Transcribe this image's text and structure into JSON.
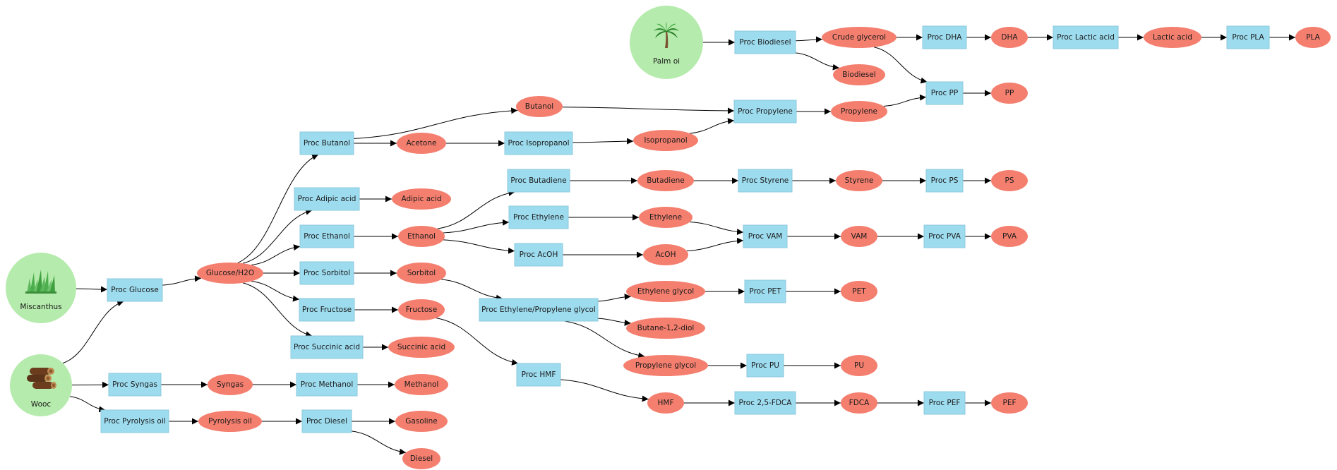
{
  "nodes": [
    {
      "id": "palm",
      "kind": "source",
      "label": "Palm oi",
      "icon": "palm-tree-icon"
    },
    {
      "id": "misc",
      "kind": "source",
      "label": "Miscanthus",
      "icon": "grass-icon"
    },
    {
      "id": "wood",
      "kind": "source",
      "label": "Wooc",
      "icon": "logs-icon"
    },
    {
      "id": "procBiodiesel",
      "kind": "process",
      "label": "Proc Biodiesel"
    },
    {
      "id": "crudeGly",
      "kind": "product",
      "label": "Crude glycerol"
    },
    {
      "id": "biodiesel",
      "kind": "product",
      "label": "Biodiesel"
    },
    {
      "id": "procDHA",
      "kind": "process",
      "label": "Proc DHA"
    },
    {
      "id": "dha",
      "kind": "product",
      "label": "DHA"
    },
    {
      "id": "procLactic",
      "kind": "process",
      "label": "Proc Lactic acid"
    },
    {
      "id": "lactic",
      "kind": "product",
      "label": "Lactic acid"
    },
    {
      "id": "procPLA",
      "kind": "process",
      "label": "Proc PLA"
    },
    {
      "id": "pla",
      "kind": "product",
      "label": "PLA"
    },
    {
      "id": "procPP",
      "kind": "process",
      "label": "Proc PP"
    },
    {
      "id": "pp",
      "kind": "product",
      "label": "PP"
    },
    {
      "id": "butanol",
      "kind": "product",
      "label": "Butanol"
    },
    {
      "id": "procPropylene",
      "kind": "process",
      "label": "Proc Propylene"
    },
    {
      "id": "propylene",
      "kind": "product",
      "label": "Propylene"
    },
    {
      "id": "procButanol",
      "kind": "process",
      "label": "Proc Butanol"
    },
    {
      "id": "acetone",
      "kind": "product",
      "label": "Acetone"
    },
    {
      "id": "procIsopropanol",
      "kind": "process",
      "label": "Proc Isopropanol"
    },
    {
      "id": "isopropanol",
      "kind": "product",
      "label": "Isopropanol"
    },
    {
      "id": "procButadiene",
      "kind": "process",
      "label": "Proc Butadiene"
    },
    {
      "id": "butadiene",
      "kind": "product",
      "label": "Butadiene"
    },
    {
      "id": "procStyrene",
      "kind": "process",
      "label": "Proc Styrene"
    },
    {
      "id": "styrene",
      "kind": "product",
      "label": "Styrene"
    },
    {
      "id": "procPS",
      "kind": "process",
      "label": "Proc PS"
    },
    {
      "id": "ps",
      "kind": "product",
      "label": "PS"
    },
    {
      "id": "procAdipic",
      "kind": "process",
      "label": "Proc Adipic acid"
    },
    {
      "id": "adipic",
      "kind": "product",
      "label": "Adipic acid"
    },
    {
      "id": "procEthylene",
      "kind": "process",
      "label": "Proc Ethylene"
    },
    {
      "id": "ethylene",
      "kind": "product",
      "label": "Ethylene"
    },
    {
      "id": "procEthanol",
      "kind": "process",
      "label": "Proc Ethanol"
    },
    {
      "id": "ethanol",
      "kind": "product",
      "label": "Ethanol"
    },
    {
      "id": "procVAM",
      "kind": "process",
      "label": "Proc VAM"
    },
    {
      "id": "vam",
      "kind": "product",
      "label": "VAM"
    },
    {
      "id": "procPVA",
      "kind": "process",
      "label": "Proc PVA"
    },
    {
      "id": "pva",
      "kind": "product",
      "label": "PVA"
    },
    {
      "id": "procAcOH",
      "kind": "process",
      "label": "Proc AcOH"
    },
    {
      "id": "acoh",
      "kind": "product",
      "label": "AcOH"
    },
    {
      "id": "glucose",
      "kind": "product",
      "label": "Glucose/H2O"
    },
    {
      "id": "procGlucose",
      "kind": "process",
      "label": "Proc Glucose"
    },
    {
      "id": "procSorbitol",
      "kind": "process",
      "label": "Proc Sorbitol"
    },
    {
      "id": "sorbitol",
      "kind": "product",
      "label": "Sorbitol"
    },
    {
      "id": "procEPG",
      "kind": "process",
      "label": "Proc Ethylene/Propylene glycol"
    },
    {
      "id": "eg",
      "kind": "product",
      "label": "Ethylene glycol"
    },
    {
      "id": "procPET",
      "kind": "process",
      "label": "Proc PET"
    },
    {
      "id": "pet",
      "kind": "product",
      "label": "PET"
    },
    {
      "id": "butanediol",
      "kind": "product",
      "label": "Butane-1,2-diol"
    },
    {
      "id": "procFructose",
      "kind": "process",
      "label": "Proc Fructose"
    },
    {
      "id": "fructose",
      "kind": "product",
      "label": "Fructose"
    },
    {
      "id": "pg",
      "kind": "product",
      "label": "Propylene glycol"
    },
    {
      "id": "procPU",
      "kind": "process",
      "label": "Proc PU"
    },
    {
      "id": "pu",
      "kind": "product",
      "label": "PU"
    },
    {
      "id": "procSuccinic",
      "kind": "process",
      "label": "Proc Succinic acid"
    },
    {
      "id": "succinic",
      "kind": "product",
      "label": "Succinic acid"
    },
    {
      "id": "procHMF",
      "kind": "process",
      "label": "Proc HMF"
    },
    {
      "id": "hmf",
      "kind": "product",
      "label": "HMF"
    },
    {
      "id": "procFDCA",
      "kind": "process",
      "label": "Proc 2,5-FDCA"
    },
    {
      "id": "fdca",
      "kind": "product",
      "label": "FDCA"
    },
    {
      "id": "procPEF",
      "kind": "process",
      "label": "Proc PEF"
    },
    {
      "id": "pef",
      "kind": "product",
      "label": "PEF"
    },
    {
      "id": "procSyngas",
      "kind": "process",
      "label": "Proc Syngas"
    },
    {
      "id": "syngas",
      "kind": "product",
      "label": "Syngas"
    },
    {
      "id": "procMethanol",
      "kind": "process",
      "label": "Proc Methanol"
    },
    {
      "id": "methanol",
      "kind": "product",
      "label": "Methanol"
    },
    {
      "id": "procPyrolysis",
      "kind": "process",
      "label": "Proc Pyrolysis oil"
    },
    {
      "id": "pyrolysis",
      "kind": "product",
      "label": "Pyrolysis oil"
    },
    {
      "id": "procDiesel",
      "kind": "process",
      "label": "Proc Diesel"
    },
    {
      "id": "gasoline",
      "kind": "product",
      "label": "Gasoline"
    },
    {
      "id": "diesel",
      "kind": "product",
      "label": "Diesel"
    }
  ],
  "edges": [
    [
      "palm",
      "procBiodiesel"
    ],
    [
      "procBiodiesel",
      "crudeGly"
    ],
    [
      "procBiodiesel",
      "biodiesel"
    ],
    [
      "crudeGly",
      "procDHA"
    ],
    [
      "procDHA",
      "dha"
    ],
    [
      "dha",
      "procLactic"
    ],
    [
      "procLactic",
      "lactic"
    ],
    [
      "lactic",
      "procPLA"
    ],
    [
      "procPLA",
      "pla"
    ],
    [
      "crudeGly",
      "procPP"
    ],
    [
      "procPP",
      "pp"
    ],
    [
      "procButanol",
      "butanol"
    ],
    [
      "butanol",
      "procPropylene"
    ],
    [
      "procPropylene",
      "propylene"
    ],
    [
      "propylene",
      "procPP"
    ],
    [
      "procButanol",
      "acetone"
    ],
    [
      "acetone",
      "procIsopropanol"
    ],
    [
      "procIsopropanol",
      "isopropanol"
    ],
    [
      "isopropanol",
      "procPropylene"
    ],
    [
      "ethanol",
      "procButadiene"
    ],
    [
      "procButadiene",
      "butadiene"
    ],
    [
      "butadiene",
      "procStyrene"
    ],
    [
      "procStyrene",
      "styrene"
    ],
    [
      "styrene",
      "procPS"
    ],
    [
      "procPS",
      "ps"
    ],
    [
      "procAdipic",
      "adipic"
    ],
    [
      "ethanol",
      "procEthylene"
    ],
    [
      "procEthylene",
      "ethylene"
    ],
    [
      "ethylene",
      "procVAM"
    ],
    [
      "procEthanol",
      "ethanol"
    ],
    [
      "procVAM",
      "vam"
    ],
    [
      "vam",
      "procPVA"
    ],
    [
      "procPVA",
      "pva"
    ],
    [
      "ethanol",
      "procAcOH"
    ],
    [
      "procAcOH",
      "acoh"
    ],
    [
      "acoh",
      "procVAM"
    ],
    [
      "misc",
      "procGlucose"
    ],
    [
      "wood",
      "procGlucose"
    ],
    [
      "procGlucose",
      "glucose"
    ],
    [
      "glucose",
      "procButanol"
    ],
    [
      "glucose",
      "procAdipic"
    ],
    [
      "glucose",
      "procEthanol"
    ],
    [
      "glucose",
      "procSorbitol"
    ],
    [
      "glucose",
      "procFructose"
    ],
    [
      "glucose",
      "procSuccinic"
    ],
    [
      "procSorbitol",
      "sorbitol"
    ],
    [
      "sorbitol",
      "procEPG"
    ],
    [
      "procEPG",
      "eg"
    ],
    [
      "eg",
      "procPET"
    ],
    [
      "procPET",
      "pet"
    ],
    [
      "procEPG",
      "butanediol"
    ],
    [
      "procEPG",
      "pg"
    ],
    [
      "pg",
      "procPU"
    ],
    [
      "procPU",
      "pu"
    ],
    [
      "procFructose",
      "fructose"
    ],
    [
      "fructose",
      "procHMF"
    ],
    [
      "procSuccinic",
      "succinic"
    ],
    [
      "procHMF",
      "hmf"
    ],
    [
      "hmf",
      "procFDCA"
    ],
    [
      "procFDCA",
      "fdca"
    ],
    [
      "fdca",
      "procPEF"
    ],
    [
      "procPEF",
      "pef"
    ],
    [
      "wood",
      "procSyngas"
    ],
    [
      "procSyngas",
      "syngas"
    ],
    [
      "syngas",
      "procMethanol"
    ],
    [
      "procMethanol",
      "methanol"
    ],
    [
      "wood",
      "procPyrolysis"
    ],
    [
      "procPyrolysis",
      "pyrolysis"
    ],
    [
      "pyrolysis",
      "procDiesel"
    ],
    [
      "procDiesel",
      "gasoline"
    ],
    [
      "procDiesel",
      "diesel"
    ]
  ],
  "colors": {
    "process": "#9ddcef",
    "product": "#f47f6f",
    "source": "#b5ebac",
    "edge": "#000000"
  }
}
